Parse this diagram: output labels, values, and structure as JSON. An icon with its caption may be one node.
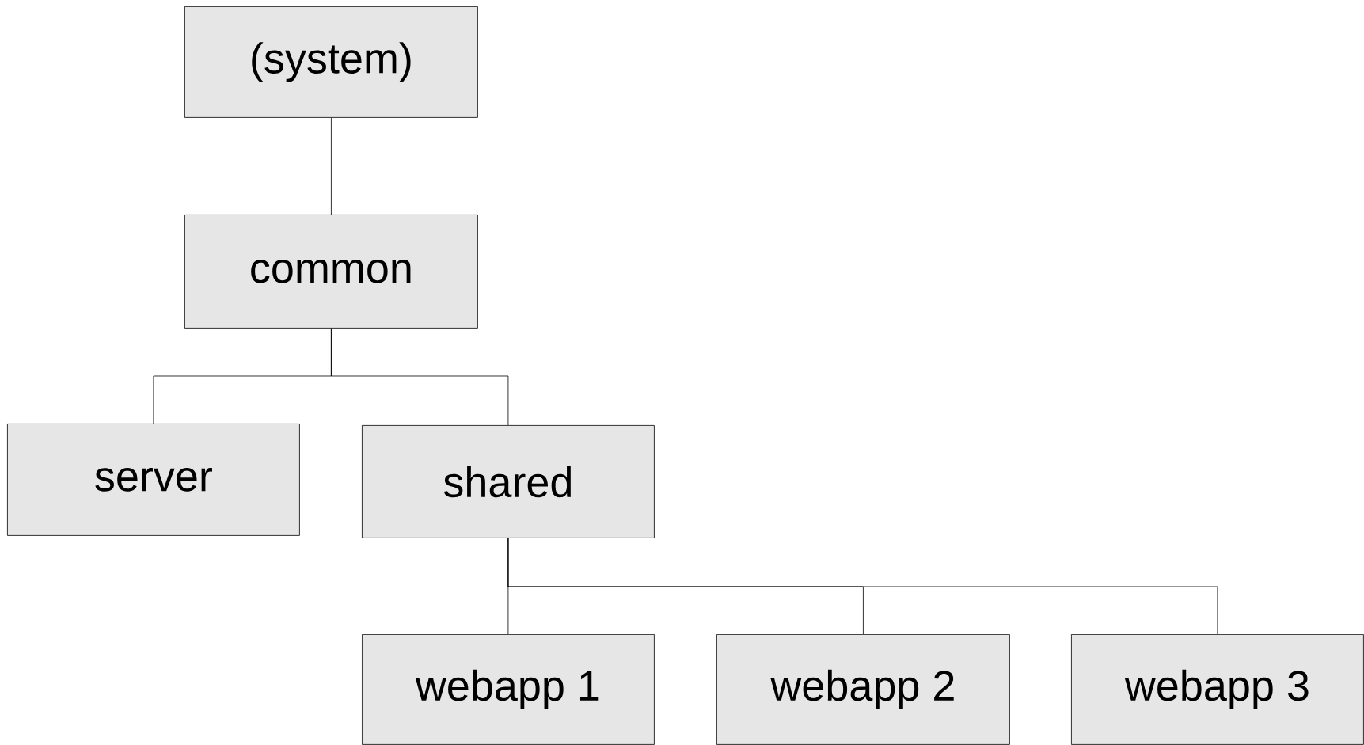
{
  "diagram": {
    "nodes": [
      {
        "text": [
          "(system)"
        ]
      },
      {
        "text": [
          "common"
        ]
      },
      {
        "text": [
          "server"
        ]
      },
      {
        "text": [
          "shared"
        ]
      },
      {
        "text": [
          "webapp 1"
        ]
      },
      {
        "text": [
          "webapp 2"
        ]
      },
      {
        "text": [
          "webapp 3"
        ]
      }
    ],
    "edges": [
      {
        "from": 0,
        "to": 1,
        "arrow": "none"
      },
      {
        "from": 1,
        "to": 2,
        "arrow": "none"
      },
      {
        "from": 1,
        "to": 3,
        "arrow": "none"
      },
      {
        "from": 3,
        "to": 4,
        "arrow": "none"
      },
      {
        "from": 3,
        "to": 5,
        "arrow": "none"
      },
      {
        "from": 3,
        "to": 6,
        "arrow": "none"
      }
    ]
  }
}
